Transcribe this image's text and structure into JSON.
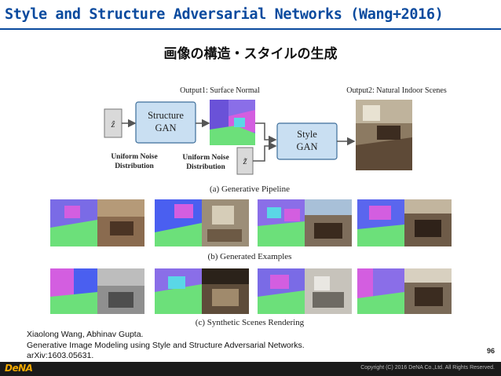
{
  "slide": {
    "title": "Style and Structure Adversarial Networks (Wang+2016)",
    "subtitle": "画像の構造・スタイルの生成",
    "page_number": "96"
  },
  "figure": {
    "structure_gan": [
      "Structure",
      "GAN"
    ],
    "style_gan": [
      "Style",
      "GAN"
    ],
    "z_hat": "ẑ",
    "z_tilde": "z̃",
    "noise_left": [
      "Uniform Noise",
      "Distribution"
    ],
    "noise_right": [
      "Uniform Noise",
      "Distribution"
    ],
    "output1": "Output1: Surface Normal",
    "output2": "Output2: Natural Indoor Scenes",
    "caption_a": "(a) Generative Pipeline",
    "caption_b": "(b) Generated Examples",
    "caption_c": "(c) Synthetic Scenes Rendering"
  },
  "citation": {
    "authors": "Xiaolong Wang, Abhinav Gupta.",
    "paper": "Generative Image Modeling using Style and Structure Adversarial Networks.",
    "arxiv": "arXiv:1603.05631."
  },
  "footer": {
    "logo": "DeNA",
    "copyright": "Copyright (C) 2016 DeNA Co.,Ltd. All Rights Reserved."
  },
  "colors": {
    "title": "#0a4a9e",
    "gan_box_fill": "#c9dff2",
    "gan_box_stroke": "#3d6e9a",
    "normal_purple": "#8a6ee8",
    "normal_blue": "#4a5ff0",
    "normal_magenta": "#d35ee0",
    "normal_green": "#6ce07a",
    "normal_cyan": "#5ad7e6"
  }
}
